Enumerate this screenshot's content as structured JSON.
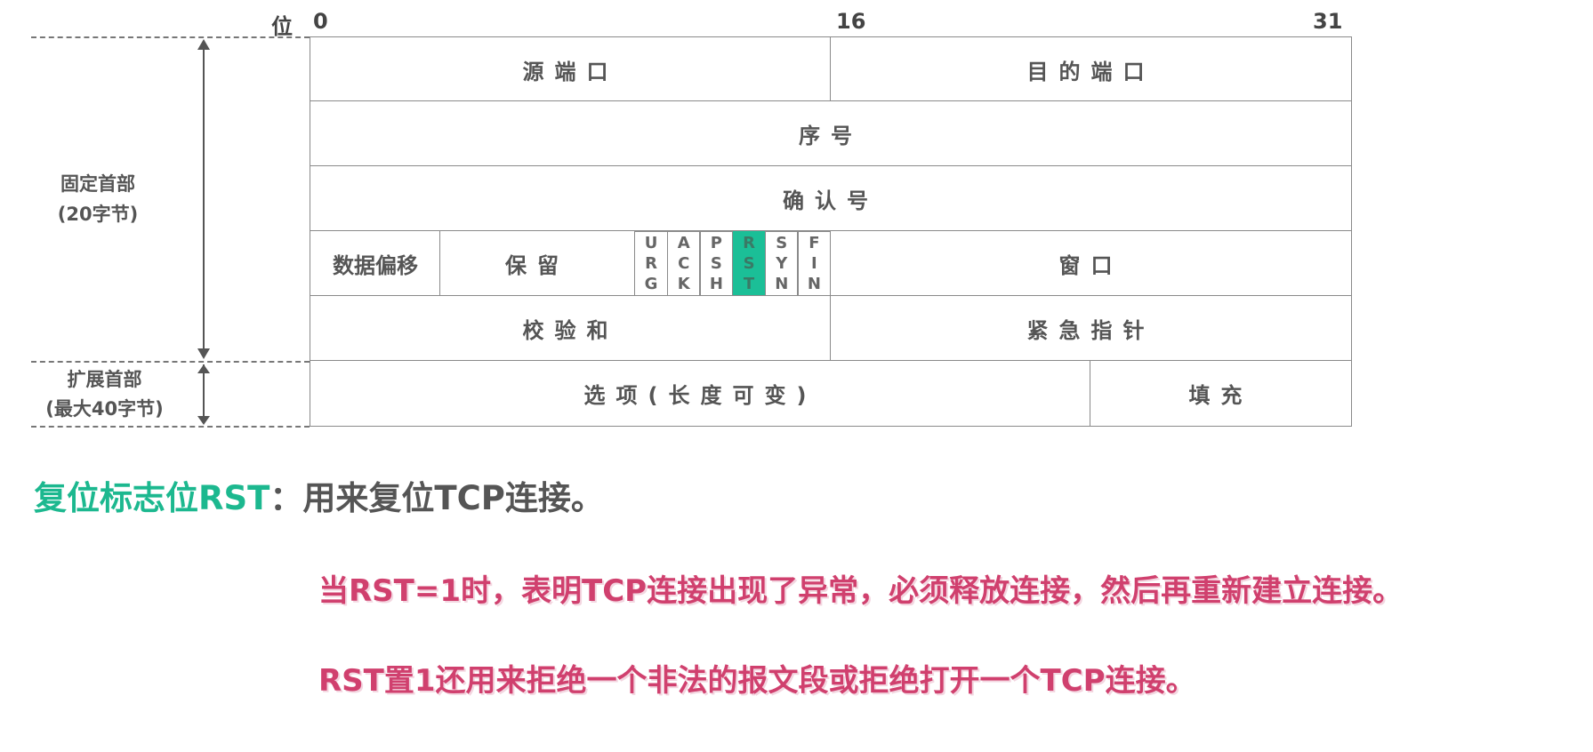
{
  "bits": {
    "label": "位",
    "b0": "0",
    "b16": "16",
    "b31": "31"
  },
  "side": {
    "fixed_line1": "固定首部",
    "fixed_line2": "(20字节)",
    "ext_line1": "扩展首部",
    "ext_line2": "(最大40字节)"
  },
  "fields": {
    "src_port": "源端口",
    "dst_port": "目的端口",
    "seq": "序号",
    "ack": "确认号",
    "offset": "数据偏移",
    "reserved": "保留",
    "window": "窗口",
    "checksum": "校验和",
    "urgent": "紧急指针",
    "options": "选项(长度可变)",
    "padding": "填充"
  },
  "flags": [
    {
      "name": "URG",
      "letters": [
        "U",
        "R",
        "G"
      ]
    },
    {
      "name": "ACK",
      "letters": [
        "A",
        "C",
        "K"
      ]
    },
    {
      "name": "PSH",
      "letters": [
        "P",
        "S",
        "H"
      ]
    },
    {
      "name": "RST",
      "letters": [
        "R",
        "S",
        "T"
      ],
      "highlight": true
    },
    {
      "name": "SYN",
      "letters": [
        "S",
        "Y",
        "N"
      ]
    },
    {
      "name": "FIN",
      "letters": [
        "F",
        "I",
        "N"
      ]
    }
  ],
  "text": {
    "title_green": "复位标志位RST",
    "title_rest": "：用来复位TCP连接。",
    "line1": "当RST=1时，表明TCP连接出现了异常，必须释放连接，然后再重新建立连接。",
    "line2": "RST置1还用来拒绝一个非法的报文段或拒绝打开一个TCP连接。"
  },
  "colors": {
    "highlight": "#1bbf97",
    "green_text": "#1cb88f",
    "pink_text": "#d0406e"
  }
}
